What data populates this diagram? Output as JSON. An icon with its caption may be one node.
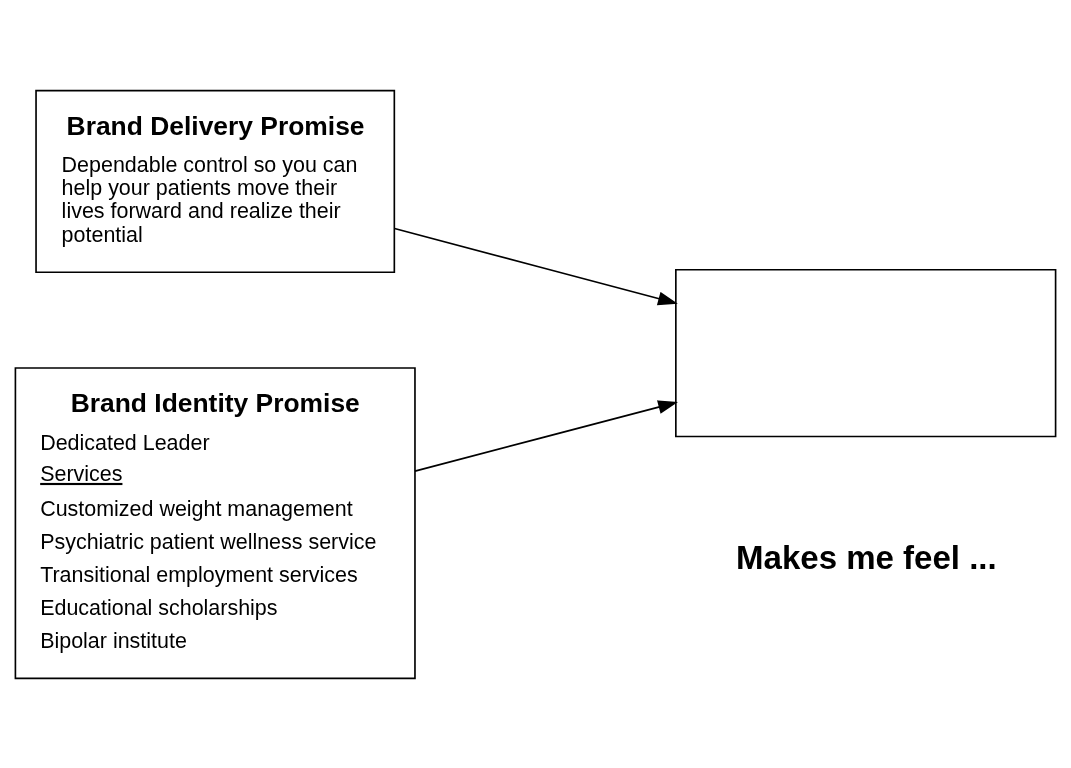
{
  "diagram": {
    "nodes": [
      {
        "text": [
          "Brand Delivery Promise",
          "Dependable control so you can help your patients move their lives forward and realize their potential"
        ]
      },
      {
        "text": [
          "Brand Identity Promise",
          "Dedicated Leader",
          "Services",
          "Customized weight management",
          "Psychiatric patient wellness service",
          "Transitional employment services",
          "Educational scholarships",
          "Bipolar institute"
        ]
      },
      {
        "text": [],
        "shape": "box"
      }
    ],
    "edges": [
      {
        "from": 0,
        "to": 2,
        "arrow": "to"
      },
      {
        "from": 1,
        "to": 2,
        "arrow": "to"
      }
    ],
    "labels": [
      "Makes me feel ..."
    ]
  }
}
